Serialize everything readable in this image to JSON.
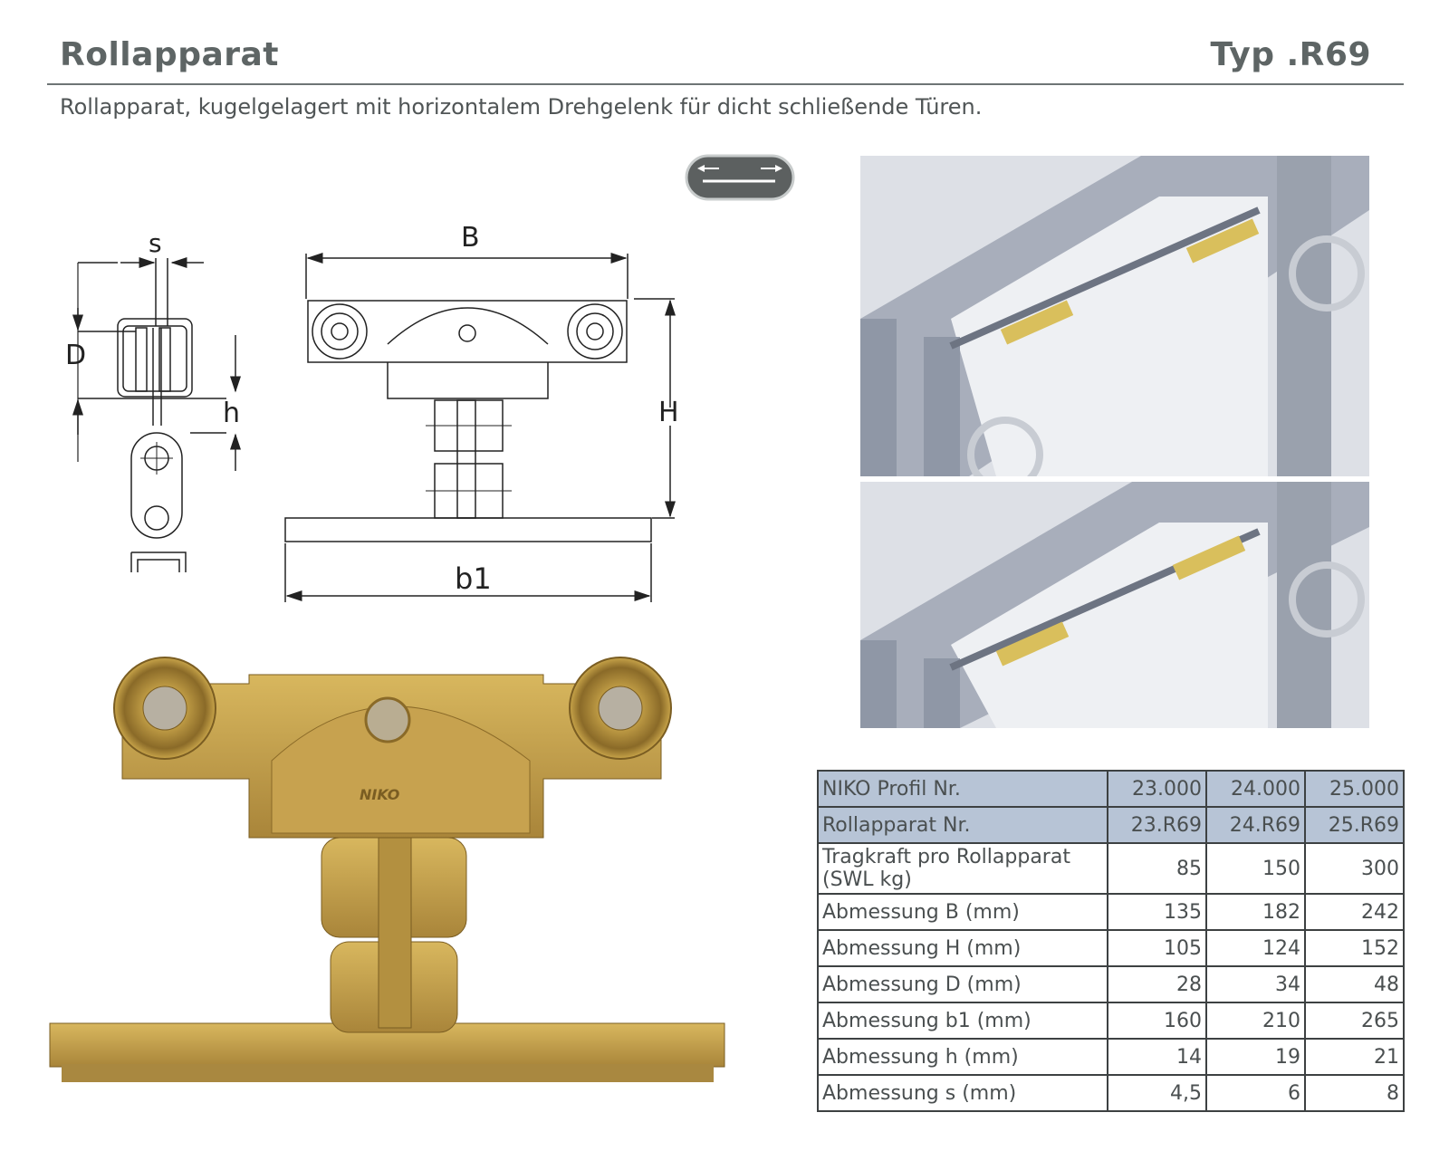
{
  "header": {
    "title": "Rollapparat",
    "type_label": "Typ .R69",
    "subtitle": "Rollapparat, kugelgelagert mit horizontalem Drehgelenk für dicht schließende Türen."
  },
  "drawing": {
    "labels": {
      "s": "s",
      "D": "D",
      "h": "h",
      "B": "B",
      "H": "H",
      "b1": "b1"
    }
  },
  "product_photo": {
    "stamp": "NIKO"
  },
  "colors": {
    "brass": "#c9a54a",
    "brass_dark": "#8a6a28",
    "table_header": "#b7c4d6",
    "steel": "#8f97a6"
  },
  "table": {
    "rows": [
      {
        "label": "NIKO Profil Nr.",
        "values": [
          "23.000",
          "24.000",
          "25.000"
        ],
        "highlight": true
      },
      {
        "label": "Rollapparat Nr.",
        "values": [
          "23.R69",
          "24.R69",
          "25.R69"
        ],
        "highlight": true
      },
      {
        "label": "Tragkraft pro Rollapparat (SWL kg)",
        "values": [
          "85",
          "150",
          "300"
        ],
        "highlight": false
      },
      {
        "label": "Abmessung B (mm)",
        "values": [
          "135",
          "182",
          "242"
        ],
        "highlight": false
      },
      {
        "label": "Abmessung H (mm)",
        "values": [
          "105",
          "124",
          "152"
        ],
        "highlight": false
      },
      {
        "label": "Abmessung D (mm)",
        "values": [
          "28",
          "34",
          "48"
        ],
        "highlight": false
      },
      {
        "label": "Abmessung b1 (mm)",
        "values": [
          "160",
          "210",
          "265"
        ],
        "highlight": false
      },
      {
        "label": "Abmessung h (mm)",
        "values": [
          "14",
          "19",
          "21"
        ],
        "highlight": false
      },
      {
        "label": "Abmessung s (mm)",
        "values": [
          "4,5",
          "6",
          "8"
        ],
        "highlight": false
      }
    ]
  }
}
